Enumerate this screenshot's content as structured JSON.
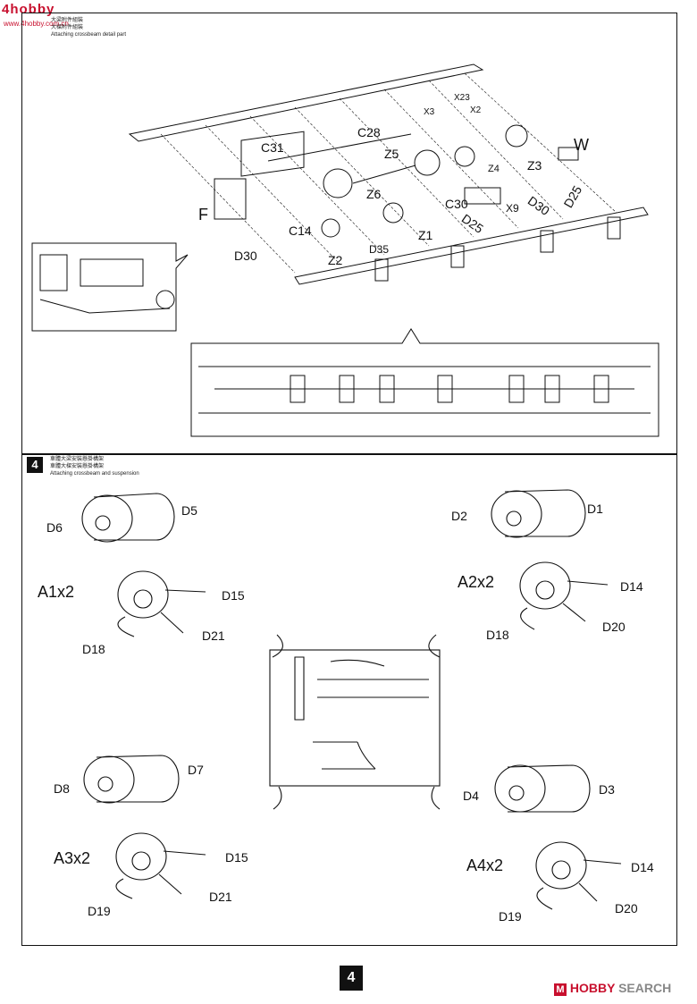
{
  "watermark_top": {
    "text": "4hobby",
    "sub": "www.4hobby.com.cn"
  },
  "step3": {
    "cn_line1": "大梁附件組裝",
    "cn_line2": "大樑附件組裝",
    "caption": "Attaching crossbeam detail part",
    "labels": {
      "W": "W",
      "F": "F",
      "C31": "C31",
      "C28": "C28",
      "X23": "X23",
      "X3": "X3",
      "X2": "X2",
      "Z5": "Z5",
      "Z4": "Z4",
      "Z3": "Z3",
      "Z6": "Z6",
      "C30": "C30",
      "X9": "X9",
      "D30a": "D30",
      "D25a": "D25",
      "D25b": "D25",
      "C14": "C14",
      "Z1": "Z1",
      "Z2": "Z2",
      "D35": "D35",
      "D30b": "D30"
    }
  },
  "step4": {
    "number": "4",
    "cn_line1": "車體大梁安裝懸掛構架",
    "cn_line2": "車體大樑安裝懸掛構架",
    "caption": "Attaching crossbeam and suspension",
    "labels": {
      "D6": "D6",
      "D5": "D5",
      "D2": "D2",
      "D1": "D1",
      "A1x2": "A1x2",
      "D15a": "D15",
      "D21a": "D21",
      "D18a": "D18",
      "A2x2": "A2x2",
      "D14a": "D14",
      "D20a": "D20",
      "D18b": "D18",
      "D8": "D8",
      "D7": "D7",
      "D4": "D4",
      "D3": "D3",
      "A3x2": "A3x2",
      "D15b": "D15",
      "D21b": "D21",
      "D19a": "D19",
      "A4x2": "A4x2",
      "D14b": "D14",
      "D20b": "D20",
      "D19b": "D19"
    }
  },
  "page_number": "4",
  "watermark_bottom": {
    "brand": "HOBBY",
    "suffix": "SEARCH",
    "mark": "M"
  },
  "colors": {
    "ink": "#111111",
    "watermark_red": "#c8102e",
    "watermark_green": "#2a8a3a"
  }
}
